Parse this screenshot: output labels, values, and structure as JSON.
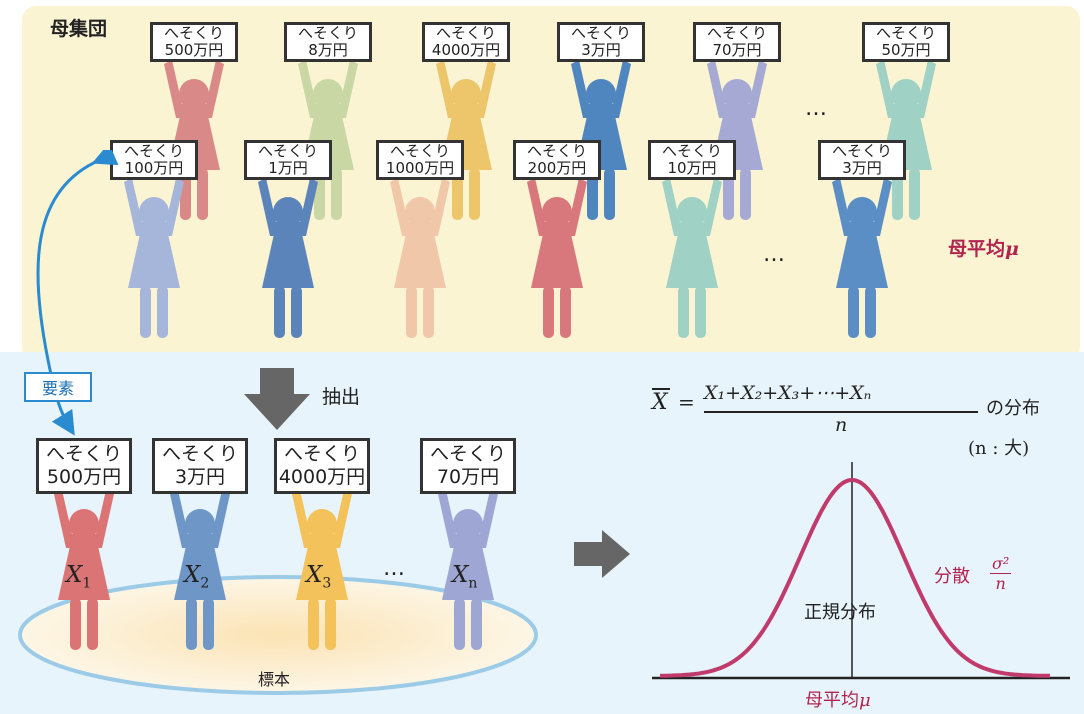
{
  "population": {
    "title": "母集団",
    "mean_label": "母平均",
    "mu": "μ",
    "ellipsis": "…",
    "back_row": [
      {
        "line1": "へそくり",
        "line2": "500万円",
        "color": "#d98a88"
      },
      {
        "line1": "へそくり",
        "line2": "8万円",
        "color": "#c8d7a4"
      },
      {
        "line1": "へそくり",
        "line2": "4000万円",
        "color": "#edc56b"
      },
      {
        "line1": "へそくり",
        "line2": "3万円",
        "color": "#4f86c0"
      },
      {
        "line1": "へそくり",
        "line2": "70万円",
        "color": "#a6a9d3"
      },
      {
        "line1": "へそくり",
        "line2": "50万円",
        "color": "#9fd1c4"
      }
    ],
    "front_row": [
      {
        "line1": "へそくり",
        "line2": "100万円",
        "color": "#a6b5da"
      },
      {
        "line1": "へそくり",
        "line2": "1万円",
        "color": "#5b84bb"
      },
      {
        "line1": "へそくり",
        "line2": "1000万円",
        "color": "#f0c8a9"
      },
      {
        "line1": "へそくり",
        "line2": "200万円",
        "color": "#d9787c"
      },
      {
        "line1": "へそくり",
        "line2": "10万円",
        "color": "#9fd1c4"
      },
      {
        "line1": "へそくり",
        "line2": "3万円",
        "color": "#5b8ec4"
      }
    ]
  },
  "element_label": "要素",
  "extract_label": "抽出",
  "sample": {
    "label": "標本",
    "ellipsis": "…",
    "people": [
      {
        "line1": "へそくり",
        "line2": "500万円",
        "color": "#db7575",
        "var": "X",
        "sub": "1"
      },
      {
        "line1": "へそくり",
        "line2": "3万円",
        "color": "#6e97c8",
        "var": "X",
        "sub": "2"
      },
      {
        "line1": "へそくり",
        "line2": "4000万円",
        "color": "#f3c25a",
        "var": "X",
        "sub": "3"
      },
      {
        "line1": "へそくり",
        "line2": "70万円",
        "color": "#9ea6d4",
        "var": "X",
        "sub": "n"
      }
    ]
  },
  "formula": {
    "lhs": "X",
    "equals": "=",
    "numerator": "X₁+X₂+X₃+⋯+Xₙ",
    "denominator": "n",
    "suffix": "の分布",
    "note": "(n : 大)"
  },
  "distribution": {
    "name": "正規分布",
    "variance_label": "分散",
    "variance_num": "σ²",
    "variance_den": "n",
    "mean_label": "母平均",
    "mu": "μ",
    "curve_color": "#c03a6b"
  }
}
